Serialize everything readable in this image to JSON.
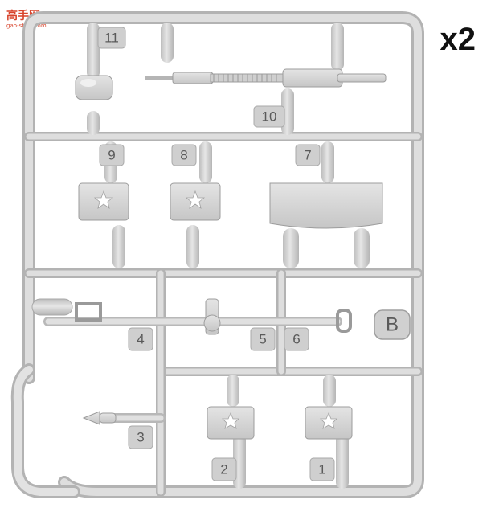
{
  "watermark": {
    "site_name": "高手网",
    "url": "gao-shou.com"
  },
  "quantity_label": "x2",
  "sprue_letter": "B",
  "part_numbers": [
    "1",
    "2",
    "3",
    "4",
    "5",
    "6",
    "7",
    "8",
    "9",
    "10",
    "11"
  ],
  "colors": {
    "plastic": "#d4d4d4",
    "plastic_shadow": "#b8b8b8",
    "label": "#5a5a5a",
    "background": "#ffffff"
  }
}
